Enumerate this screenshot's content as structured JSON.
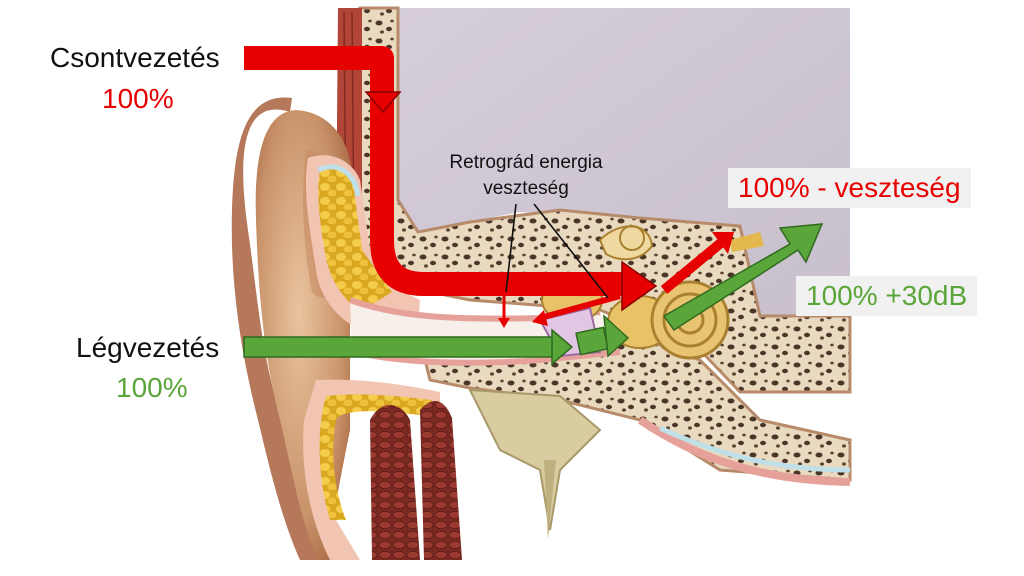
{
  "labels": {
    "bone_conduction": "Csontvezetés",
    "bone_percent": "100%",
    "air_conduction": "Légvezetés",
    "air_percent": "100%",
    "retrograde_line1": "Retrográd energia",
    "retrograde_line2": "veszteség",
    "bone_result": "100% - veszteség",
    "air_result": "100% +30dB"
  },
  "colors": {
    "bone_path": "#e60000",
    "air_path": "#5aa63a",
    "bone_text": "#e60000",
    "air_text": "#5aa63a"
  }
}
